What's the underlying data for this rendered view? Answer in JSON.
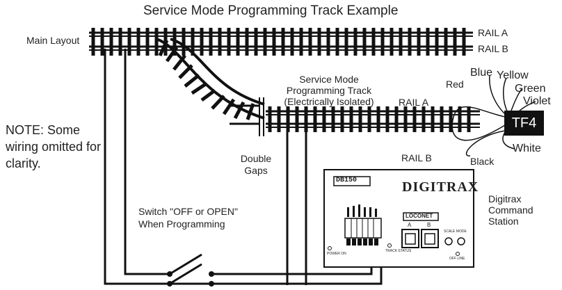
{
  "title": "Service Mode Programming Track Example",
  "main_layout_label": "Main Layout",
  "rail_a_label": "RAIL A",
  "rail_b_label": "RAIL B",
  "prog_track_line1": "Service Mode",
  "prog_track_line2": "Programming Track",
  "prog_track_line3": "(Electrically Isolated)",
  "prog_rail_a_label": "RAIL A",
  "prog_rail_b_label": "RAIL B",
  "double_gaps_line1": "Double",
  "double_gaps_line2": "Gaps",
  "note_text": "NOTE: Some wiring omitted for clarity.",
  "switch_line1": "Switch \"OFF or OPEN\"",
  "switch_line2": "When Programming",
  "decoder_label": "TF4",
  "wires": {
    "red": "Red",
    "blue": "Blue",
    "yellow": "Yellow",
    "green": "Green",
    "violet": "Violet",
    "white": "White",
    "black": "Black"
  },
  "station_line1": "Digitrax",
  "station_line2": "Command",
  "station_line3": "Station",
  "booster": {
    "model": "DB150",
    "brand": "DIGITRAX",
    "loconet": "LOCONET",
    "port_a": "A",
    "port_b": "B",
    "power_on": "POWER ON",
    "track_status": "TRACK STATUS",
    "off_line": "OFF LINE",
    "scale_mode": "SCALE MODE"
  }
}
